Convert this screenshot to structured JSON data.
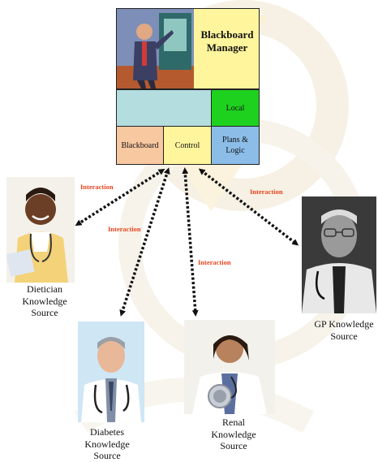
{
  "blackboard": {
    "manager_title": "Blackboard Manager",
    "cells": {
      "local": "Local",
      "blackboard": "Blackboard",
      "control": "Control",
      "plans": "Plans & Logic"
    }
  },
  "interaction_label": "Interaction",
  "sources": [
    {
      "id": "dietician",
      "label": "Dietician Knowledge Source"
    },
    {
      "id": "diabetes",
      "label": "Diabetes Knowledge Source"
    },
    {
      "id": "renal",
      "label": "Renal Knowledge Source"
    },
    {
      "id": "gp",
      "label": "GP Knowledge Source"
    }
  ],
  "colors": {
    "manager_bg": "#fff59c",
    "teal_cell": "#b4dde0",
    "local_cell": "#1fd11f",
    "blackboard_cell": "#f8c8a0",
    "control_cell": "#fff59c",
    "plans_cell": "#8cbde8",
    "interaction_text": "#e8451f",
    "arrow": "#111111"
  }
}
